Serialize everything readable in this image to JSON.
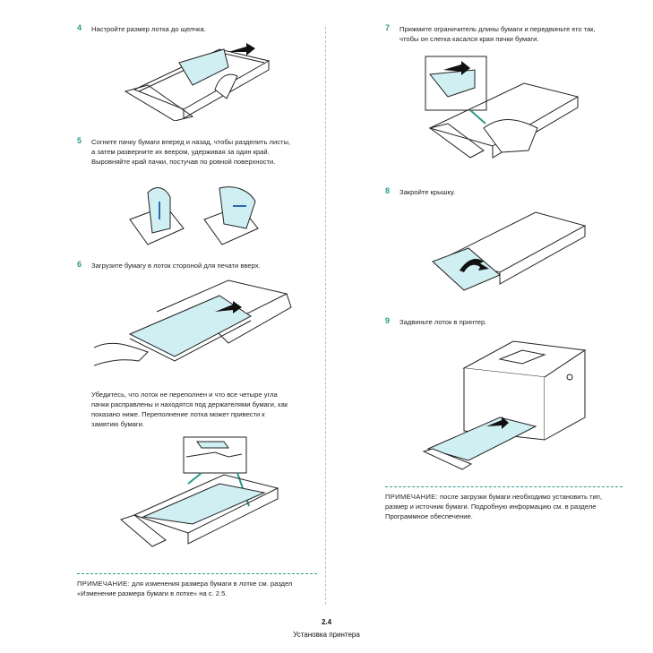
{
  "colors": {
    "accent": "#2a9a8a",
    "paper": "#cfeff2",
    "line": "#222222"
  },
  "steps": [
    {
      "num": "4",
      "text": "Настройте размер лотка до щелчка."
    },
    {
      "num": "5",
      "lines": [
        "Согните пачку бумаги вперед и назад, чтобы разделить листы,",
        "а затем разверните их веером, удерживая за один край.",
        "Выровняйте край пачки, постучав по ровной поверхности."
      ]
    },
    {
      "num": "6",
      "text": "Загрузите бумагу в лоток стороной для печати вверх."
    },
    {
      "num": "7",
      "lines": [
        "Прижмите ограничитель длины бумаги и передвиньте его так,",
        "чтобы он слегка касался края пачки бумаги."
      ]
    },
    {
      "num": "8",
      "text": "Закройте крышку."
    },
    {
      "num": "9",
      "text": "Задвиньте лоток в принтер."
    }
  ],
  "check_paragraph": [
    "Убедитесь, что лоток не переполнен и что все четыре угла",
    "пачки расправлены и находятся под держателями бумаги, как",
    "показано ниже. Переполнение лотка может привести к",
    "замятию бумаги."
  ],
  "note_left": {
    "label": "ПРИМЕЧАНИЕ:",
    "lines": [
      "для изменения размера бумаги в лотке см. раздел",
      "«Изменение размера бумаги в лотке» на с. 2.5."
    ]
  },
  "note_right": {
    "label": "ПРИМЕЧАНИЕ:",
    "lines": [
      "после загрузки бумаги необходимо установить тип,",
      "размер и источник бумаги. Подробную информацию см. в разделе",
      "Программное обеспечение."
    ]
  },
  "footer": {
    "page": "2.4",
    "title": "Установка принтера"
  }
}
